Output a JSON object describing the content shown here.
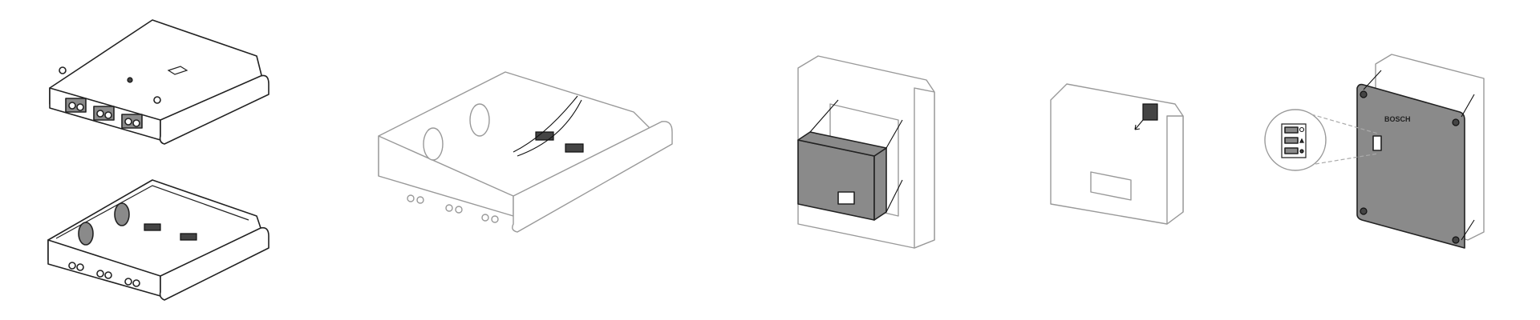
{
  "figure": {
    "steps": [
      {
        "name": "closed-housing-and-open-base"
      },
      {
        "name": "base-with-cables"
      },
      {
        "name": "insert-module"
      },
      {
        "name": "connect-terminal"
      },
      {
        "name": "attach-cover"
      }
    ],
    "logo_text": "BOSCH",
    "colors": {
      "line": "#222222",
      "cover": "#8a8a8a",
      "ghost": "#999999"
    }
  }
}
